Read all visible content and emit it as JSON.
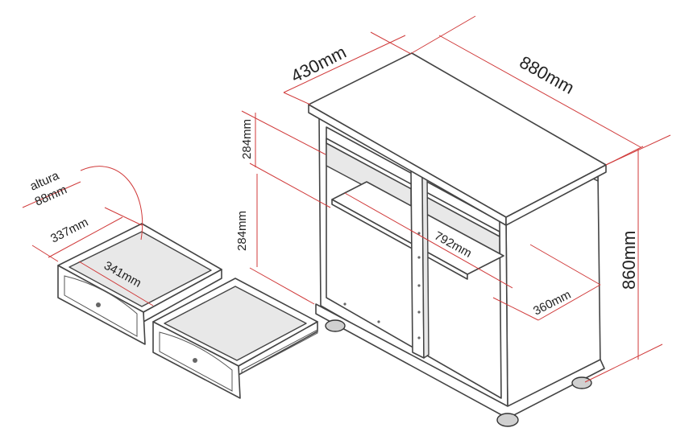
{
  "dimensions": {
    "depth": "430mm",
    "width": "880mm",
    "height": "860mm",
    "upper_opening": "284mm",
    "lower_opening": "284mm",
    "shelf_width": "792mm",
    "shelf_depth": "360mm",
    "drawer_height_label": "altura",
    "drawer_height_value": "88mm",
    "drawer_width": "337mm",
    "drawer_depth": "341mm"
  },
  "colors": {
    "dimension_line": "#d03a3a",
    "outline": "#444444",
    "text": "#222222"
  }
}
